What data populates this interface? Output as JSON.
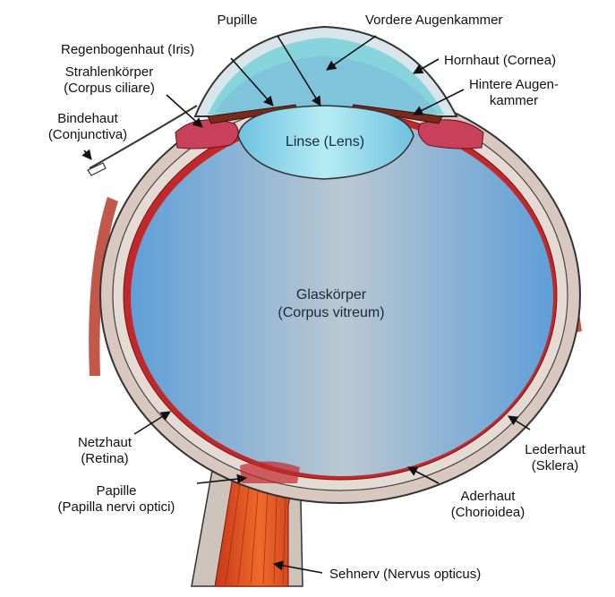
{
  "labels": {
    "pupille": "Pupille",
    "vordere": "Vordere Augenkammer",
    "regenbogen": "Regenbogenhaut (Iris)",
    "strahlen_1": "Strahlenkörper",
    "strahlen_2": "(Corpus ciliare)",
    "hornhaut": "Hornhaut (Cornea)",
    "hintere_1": "Hintere Augen-",
    "hintere_2": "kammer",
    "bindehaut_1": "Bindehaut",
    "bindehaut_2": "(Conjunctiva)",
    "linse": "Linse (Lens)",
    "glas_1": "Glaskörper",
    "glas_2": "(Corpus vitreum)",
    "netz_1": "Netzhaut",
    "netz_2": "(Retina)",
    "leder_1": "Lederhaut",
    "leder_2": "(Sklera)",
    "papille_1": "Papille",
    "papille_2": "(Papilla nervi optici)",
    "ader_1": "Aderhaut",
    "ader_2": "(Chorioidea)",
    "sehnerv": "Sehnerv (Nervus opticus)"
  },
  "colors": {
    "vitreous_edge": "#6ea6d8",
    "vitreous_center": "#b9c9d4",
    "lens": "#8fd6e8",
    "anterior_chamber": "#7fd0d8",
    "sclera": "#d9c9c0",
    "retina": "#c0282a",
    "ciliary_body": "#c8405a",
    "nerve": "#e0502a"
  }
}
